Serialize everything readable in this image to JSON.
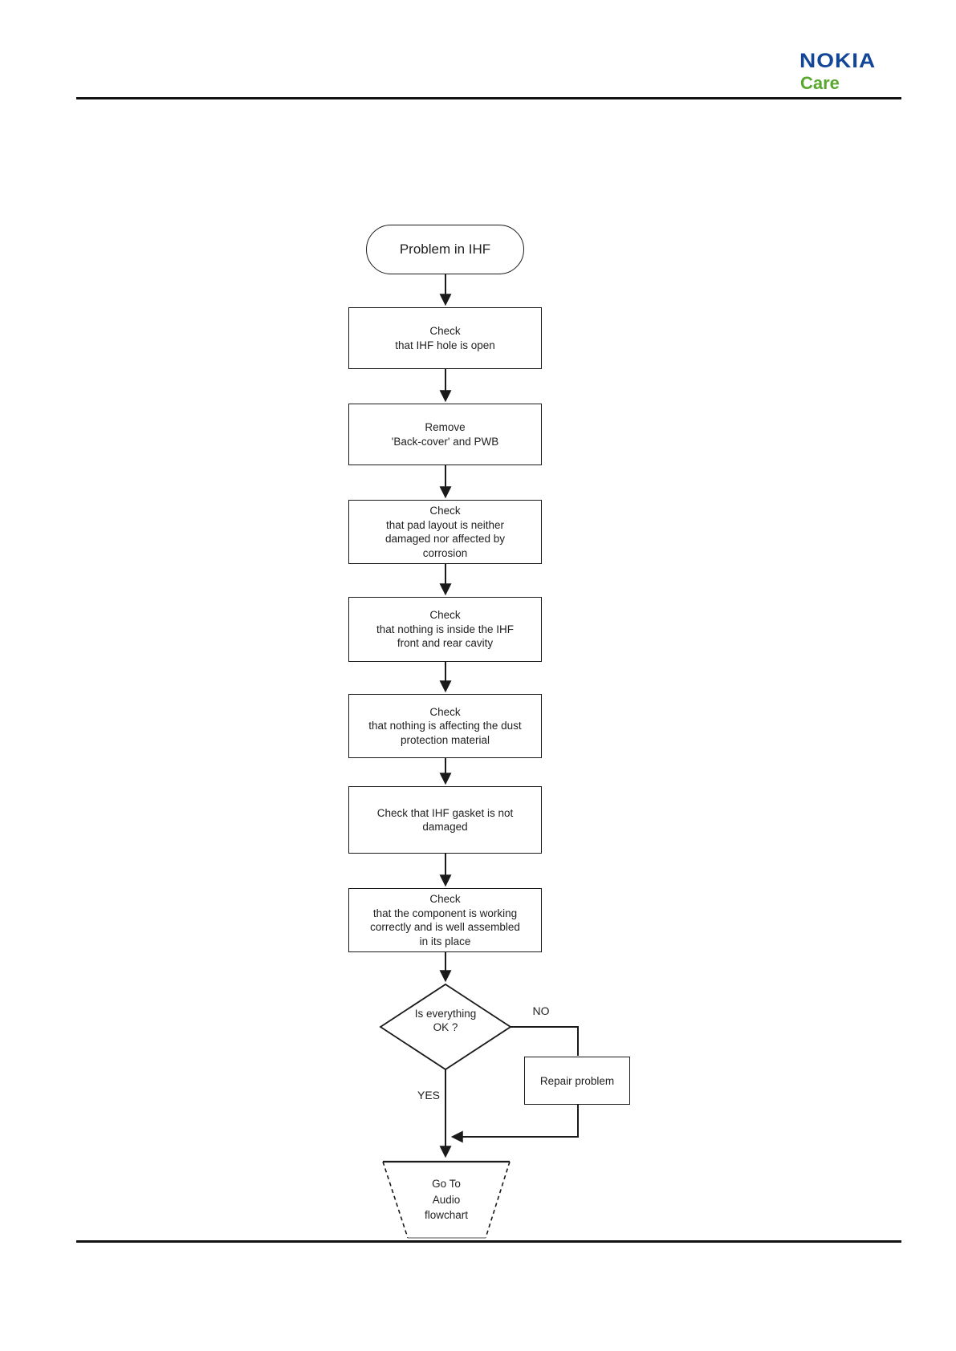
{
  "header": {
    "brand": "NOKIA",
    "sub_brand": "Care"
  },
  "flowchart": {
    "start": "Problem in IHF",
    "steps": [
      [
        "Check",
        "that IHF hole is open"
      ],
      [
        "Remove",
        "'Back-cover' and PWB"
      ],
      [
        "Check",
        "that pad layout is neither",
        "damaged nor affected by",
        "corrosion"
      ],
      [
        "Check",
        "that nothing is inside the IHF",
        "front and rear cavity"
      ],
      [
        "Check",
        "that nothing is affecting the dust",
        "protection material"
      ],
      [
        "Check that IHF gasket is not",
        "damaged"
      ],
      [
        "Check",
        "that the component is working",
        "correctly and is well assembled",
        "in its place"
      ]
    ],
    "decision": [
      "Is everything",
      "OK ?"
    ],
    "labels": {
      "no": "NO",
      "yes": "YES"
    },
    "repair": "Repair problem",
    "terminal": [
      "Go To",
      "Audio",
      "flowchart"
    ]
  },
  "colors": {
    "nokia_blue": "#134696",
    "care_green": "#58a82d",
    "stroke": "#1a1a1a"
  }
}
